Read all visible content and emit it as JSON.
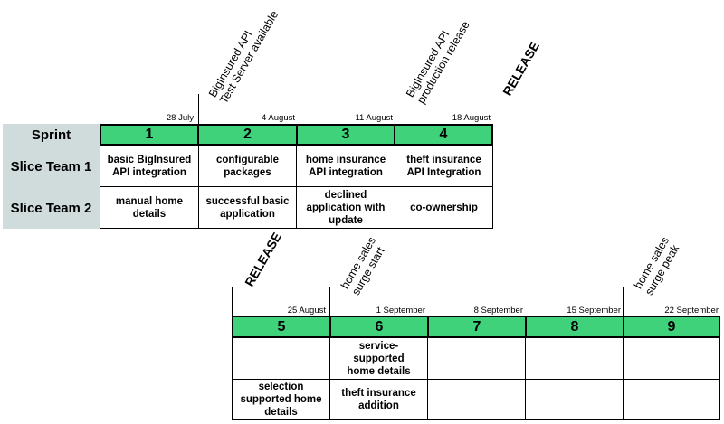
{
  "row_headers": [
    "Sprint",
    "Slice Team 1",
    "Slice Team 2"
  ],
  "top_timeline": {
    "dates": [
      "28 July",
      "4 August",
      "11 August",
      "18 August"
    ],
    "sprints": [
      {
        "number": "1",
        "team1": "basic BigInsured\nAPI integration",
        "team2": "manual home\ndetails"
      },
      {
        "number": "2",
        "team1": "configurable\npackages",
        "team2": "successful basic\napplication"
      },
      {
        "number": "3",
        "team1": "home insurance\nAPI integration",
        "team2": "declined\napplication with\nupdate"
      },
      {
        "number": "4",
        "team1": "theft insurance\nAPI Integration",
        "team2": "co-ownership"
      }
    ],
    "milestones": [
      {
        "text": "BigInsured API\nTest Server available"
      },
      {
        "text": "BigInsured API\nproduction release"
      },
      {
        "text": "RELEASE"
      }
    ]
  },
  "bottom_timeline": {
    "dates": [
      "25 August",
      "1 September",
      "8 September",
      "15 September",
      "22 September"
    ],
    "sprints": [
      {
        "number": "5",
        "team1": "",
        "team2": "selection\nsupported home\ndetails"
      },
      {
        "number": "6",
        "team1": "service-supported\nhome details",
        "team2": "theft insurance\naddition"
      },
      {
        "number": "7",
        "team1": "",
        "team2": ""
      },
      {
        "number": "8",
        "team1": "",
        "team2": ""
      },
      {
        "number": "9",
        "team1": "",
        "team2": ""
      }
    ],
    "milestones": [
      {
        "text": "RELEASE"
      },
      {
        "text": "home sales\nsurge start"
      },
      {
        "text": "home sales\nsurge peak"
      }
    ]
  },
  "colors": {
    "sprint_fill": "#3fd27a",
    "header_fill": "#d0dcdc"
  }
}
